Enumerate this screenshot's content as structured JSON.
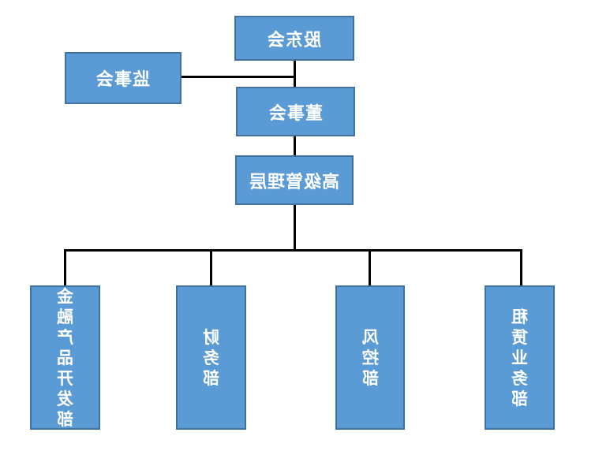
{
  "chart_data": {
    "type": "org-chart",
    "title": "",
    "hierarchy": {
      "root": "股东会",
      "children_of_root": [
        "董事会"
      ],
      "side_node_linked_to_root_board_connector": "监事会",
      "children_of_board": [
        "高级管理层"
      ],
      "children_of_senior_management": [
        "金融产品开发部",
        "财务部",
        "风控部",
        "租赁业务部"
      ]
    }
  },
  "nodes": {
    "shareholders": {
      "label": "股东会"
    },
    "supervisors": {
      "label": "监事会"
    },
    "board": {
      "label": "董事会"
    },
    "senior_management": {
      "label": "高级管理层"
    },
    "departments": [
      {
        "label": "金融产品开发部"
      },
      {
        "label": "财务部"
      },
      {
        "label": "风控部"
      },
      {
        "label": "租赁业务部"
      }
    ]
  },
  "colors": {
    "box_fill": "#5B9BD5",
    "box_border": "#41719C",
    "connector": "#000000",
    "text": "#FFFFFF",
    "background": "#FFFFFF"
  }
}
